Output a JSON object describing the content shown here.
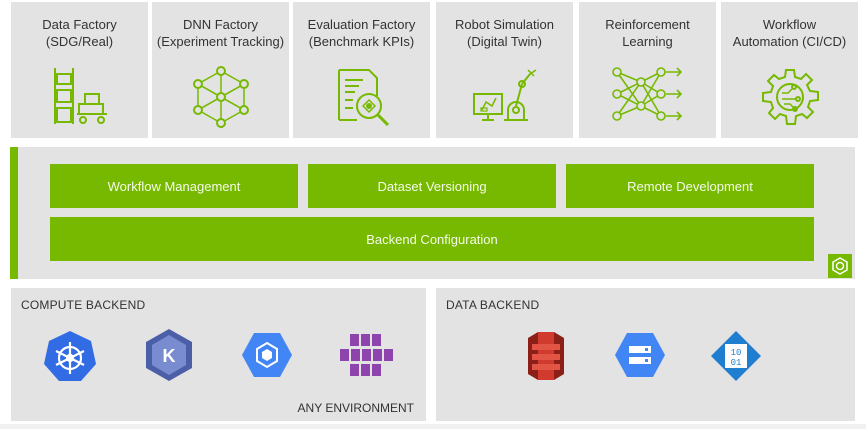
{
  "factories": [
    {
      "line1": "Data Factory",
      "line2": "(SDG/Real)",
      "icon": "boxes-cart-icon"
    },
    {
      "line1": "DNN Factory",
      "line2": "(Experiment Tracking)",
      "icon": "neural-net-icon"
    },
    {
      "line1": "Evaluation Factory",
      "line2": "(Benchmark KPIs)",
      "icon": "report-magnifier-icon"
    },
    {
      "line1": "Robot Simulation",
      "line2": "(Digital Twin)",
      "icon": "robot-arm-icon"
    },
    {
      "line1": "Reinforcement",
      "line2": "Learning",
      "icon": "rl-network-icon"
    },
    {
      "line1": "Workflow",
      "line2": "Automation (CI/CD)",
      "icon": "gear-circuit-icon"
    }
  ],
  "services": {
    "workflow_management": "Workflow Management",
    "dataset_versioning": "Dataset Versioning",
    "remote_development": "Remote Development",
    "backend_configuration": "Backend Configuration"
  },
  "compute": {
    "title": "COMPUTE BACKEND",
    "footer": "ANY ENVIRONMENT",
    "icons": [
      "kubernetes-icon",
      "eks-icon",
      "gke-icon",
      "compute-cubes-icon"
    ]
  },
  "data": {
    "title": "DATA BACKEND",
    "icons": [
      "s3-bucket-icon",
      "gcs-storage-icon",
      "azure-blob-icon"
    ]
  },
  "colors": {
    "accent": "#76b900",
    "panel": "#e3e3e3",
    "kube_blue": "#326ce5",
    "s3_red": "#d13a2f"
  }
}
